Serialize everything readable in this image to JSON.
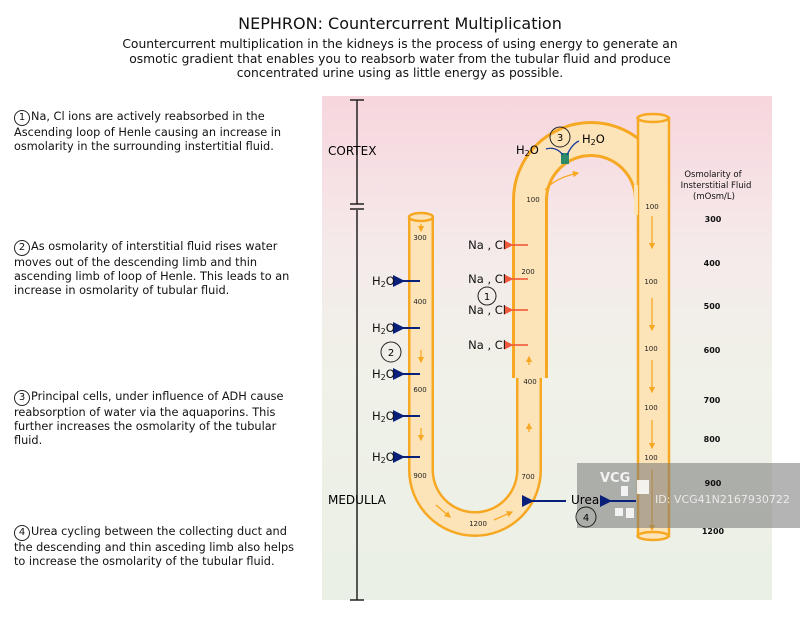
{
  "title": "NEPHRON: Countercurrent Multiplication",
  "subtitle": "Countercurrent multiplication in the kidneys is the process of using energy to generate an osmotic gradient that enables you to reabsorb water from the tubular fluid and produce concentrated urine using as little energy as possible.",
  "steps": [
    {
      "num": "1",
      "text": "Na, Cl ions are actively reabsorbed in the Ascending loop of Henle causing an increase in osmolarity in the surrounding instertitial fluid."
    },
    {
      "num": "2",
      "text": "As osmolarity of interstitial fluid rises water moves out of the descending limb and thin ascending limb of loop of Henle. This leads to an increase in osmolarity of tubular fluid."
    },
    {
      "num": "3",
      "text": "Principal cells, under influence of ADH cause reabsorption of water via the aquaporins. This further increases the osmolarity of the tubular fluid."
    },
    {
      "num": "4",
      "text": "Urea cycling between the collecting duct and the descending and thin asceding limb also helps to increase the osmolarity of the tubular fluid."
    }
  ],
  "regions": {
    "cortex": "CORTEX",
    "medulla": "MEDULLA"
  },
  "interstitial": {
    "header": [
      "Osmolarity of",
      "Insterstitial Fluid",
      "(mOsm/L)"
    ],
    "values": [
      "300",
      "400",
      "500",
      "600",
      "700",
      "800",
      "900",
      "1200"
    ]
  },
  "descending_values": [
    "300",
    "400",
    "600",
    "900"
  ],
  "bottom_value": "1200",
  "ascending_values": [
    "700",
    "400",
    "200",
    "100"
  ],
  "duct_values": [
    "100",
    "100",
    "100",
    "100",
    "100"
  ],
  "water_label": "H",
  "water_sub": "2",
  "water_o": "O",
  "nacl_label": "Na , Cl",
  "urea_label": "Urea",
  "markers": [
    "1",
    "2",
    "3",
    "4"
  ],
  "watermark": {
    "logo": "VCG",
    "id": "ID: VCG41N2167930722"
  },
  "colors": {
    "tube": "#f7a823",
    "tube_fill": "#fde3b8",
    "water_arrow": "#0a1f7a",
    "ion_arrow": "#f05a3c"
  }
}
